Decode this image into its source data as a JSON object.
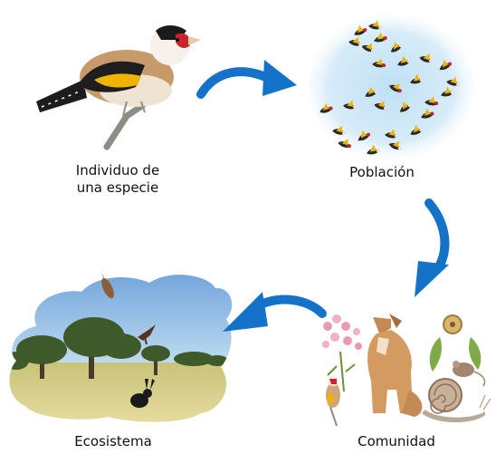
{
  "diagram": {
    "stages": [
      {
        "id": "individual",
        "label_lines": [
          "Individuo de",
          "una especie"
        ]
      },
      {
        "id": "population",
        "label_lines": [
          "Población"
        ]
      },
      {
        "id": "community",
        "label_lines": [
          "Comunidad"
        ]
      },
      {
        "id": "ecosystem",
        "label_lines": [
          "Ecosistema"
        ]
      }
    ],
    "arrows": [
      {
        "from": "individual",
        "to": "population"
      },
      {
        "from": "population",
        "to": "community"
      },
      {
        "from": "community",
        "to": "ecosystem"
      }
    ]
  },
  "colors": {
    "arrow": "#1473c8",
    "sky": "#cfe8f7",
    "goldfinch_face": "#c8242a",
    "goldfinch_wing_bar": "#f0b400",
    "bird_brown": "#b07a48",
    "grass": "#d9c98a",
    "tree": "#3f5a2a"
  }
}
